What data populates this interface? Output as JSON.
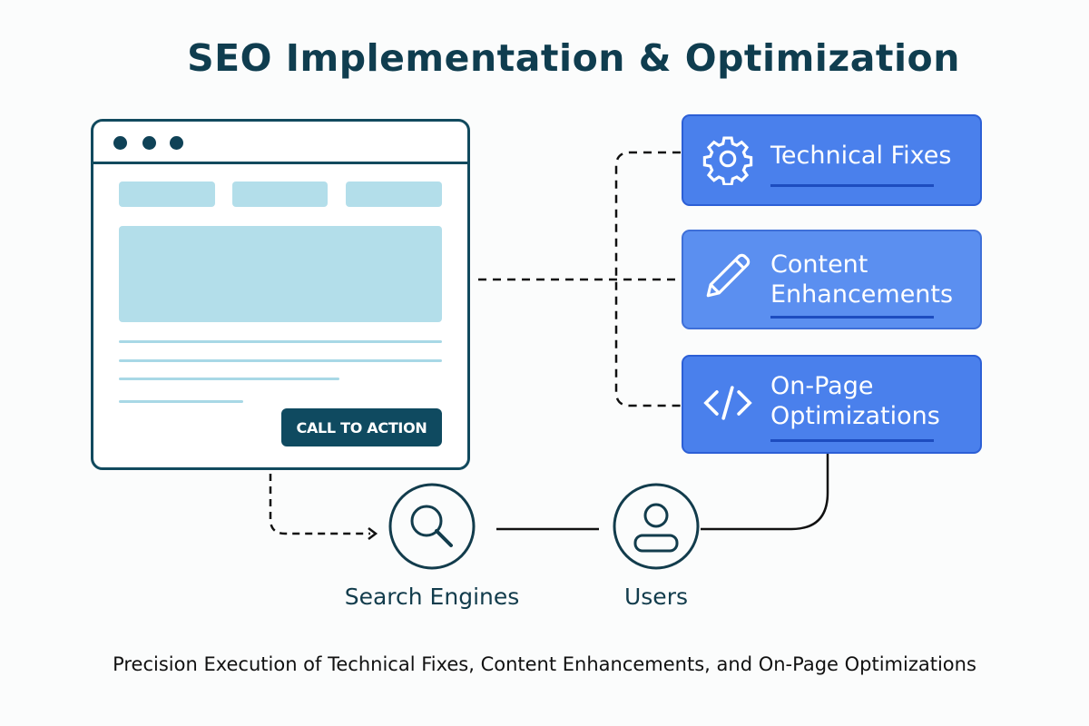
{
  "title": "SEO Implementation & Optimization",
  "browser": {
    "cta_label": "CALL TO ACTION"
  },
  "cards": [
    {
      "label": "Technical Fixes",
      "icon": "gear-icon"
    },
    {
      "label_line1": "Content",
      "label_line2": "Enhancements",
      "icon": "pencil-icon"
    },
    {
      "label_line1": "On-Page",
      "label_line2": "Optimizations",
      "icon": "code-icon"
    }
  ],
  "nodes": {
    "search": "Search Engines",
    "users": "Users"
  },
  "caption": "Precision Execution of Technical Fixes, Content Enhancements, and On-Page Optimizations",
  "colors": {
    "dark": "#0f4a60",
    "card_blue": "#4a80ec",
    "light_blue": "#b3deea"
  }
}
